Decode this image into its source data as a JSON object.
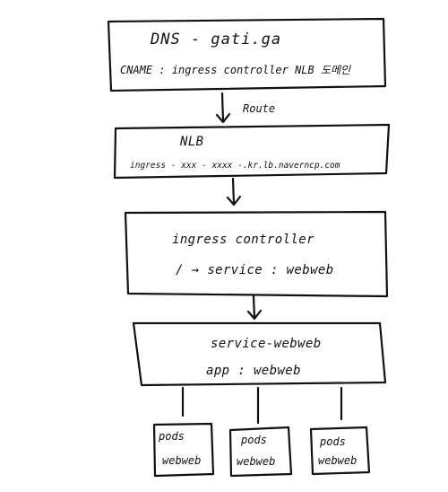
{
  "dns": {
    "title": "DNS - gati.ga",
    "cname": "CNAME : ingress controller NLB 도메인"
  },
  "route_label": "Route",
  "nlb": {
    "title": "NLB",
    "address": "ingress - xxx - xxxx -.kr.lb.naverncp.com"
  },
  "ingress": {
    "title": "ingress controller",
    "rule": "/ → service : webweb"
  },
  "service": {
    "title": "service-webweb",
    "selector": "app : webweb"
  },
  "pods": [
    {
      "line1": "pods",
      "line2": "webweb"
    },
    {
      "line1": "pods",
      "line2": "webweb"
    },
    {
      "line1": "pods",
      "line2": "webweb"
    }
  ]
}
